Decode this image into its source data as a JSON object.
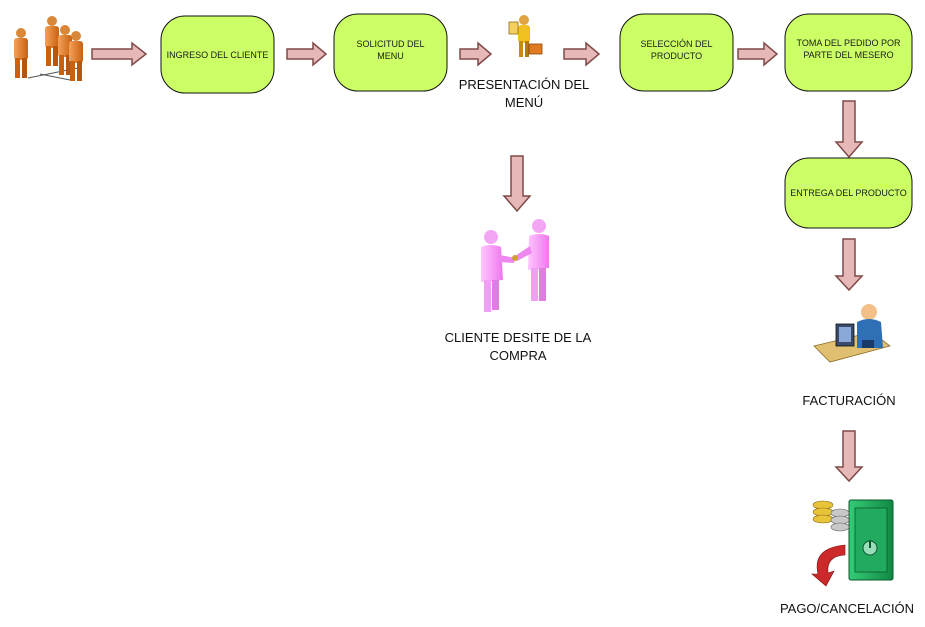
{
  "colors": {
    "node_fill": "#ccff66",
    "node_stroke": "#111111",
    "arrow_fill": "#e6b8b7",
    "arrow_stroke": "#7f4a48",
    "person_orange": "#e07a1f",
    "person_pink": "#ff99ff",
    "person_blue": "#2f6fb5"
  },
  "nodes": {
    "ingreso": "INGRESO DEL CLIENTE",
    "solicitud": [
      "SOLICITUD DEL",
      "MENU"
    ],
    "seleccion": [
      "SELECCIÓN DEL",
      "PRODUCTO"
    ],
    "toma": [
      "TOMA DEL PEDIDO POR",
      "PARTE DEL MESERO"
    ],
    "entrega": "ENTREGA DEL PRODUCTO"
  },
  "captions": {
    "presentacion": "PRESENTACIÓN DEL MENÚ",
    "cliente_desiste": "CLIENTE DESITE DE LA COMPRA",
    "facturacion": "FACTURACIÓN",
    "pago": "PAGO/CANCELACIÓN"
  },
  "icons": {
    "clientes": "customers-group-icon",
    "presentacion": "waiter-with-menu-icon",
    "desiste": "handshake-icon",
    "facturacion": "cashier-computer-icon",
    "pago": "safe-with-coins-icon"
  }
}
